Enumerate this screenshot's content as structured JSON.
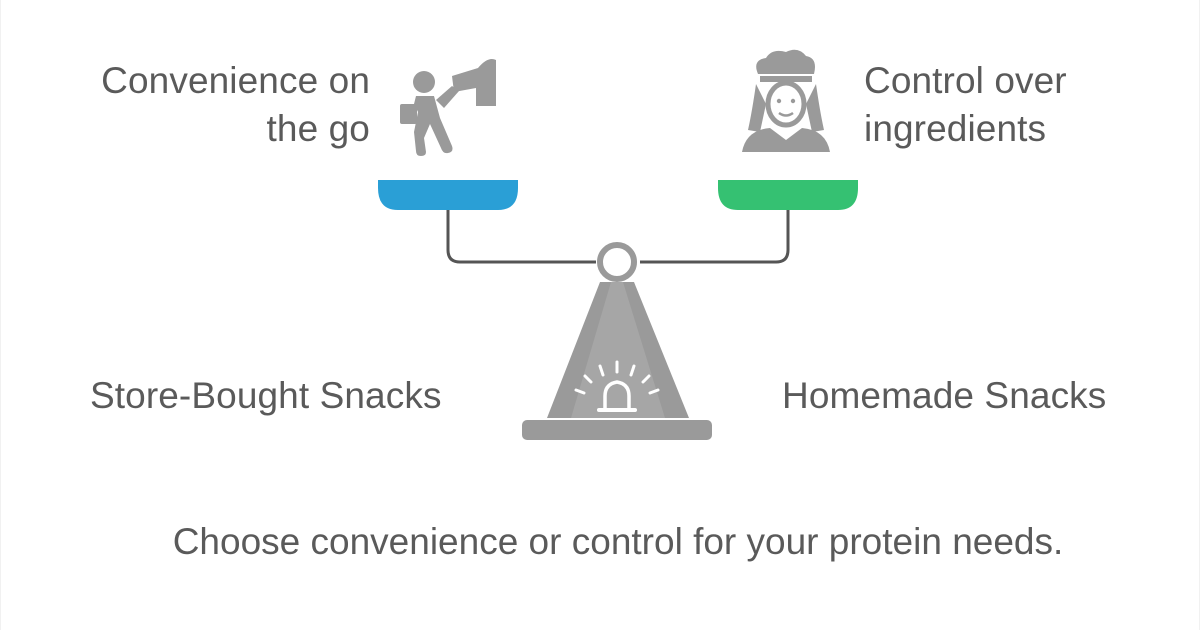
{
  "diagram": {
    "left": {
      "benefit_lines": [
        "Convenience on",
        "the go"
      ],
      "option": "Store-Bought Snacks",
      "icon": "person-walking-with-bag-icon",
      "pan_color": "#2a9fd6"
    },
    "right": {
      "benefit_lines": [
        "Control over",
        "ingredients"
      ],
      "option": "Homemade Snacks",
      "icon": "chef-icon",
      "pan_color": "#35c172"
    },
    "caption": "Choose convenience or control for your protein needs.",
    "colors": {
      "text": "#5a5a5a",
      "scale_gray": "#9a9a9a",
      "beam": "#555555"
    }
  }
}
